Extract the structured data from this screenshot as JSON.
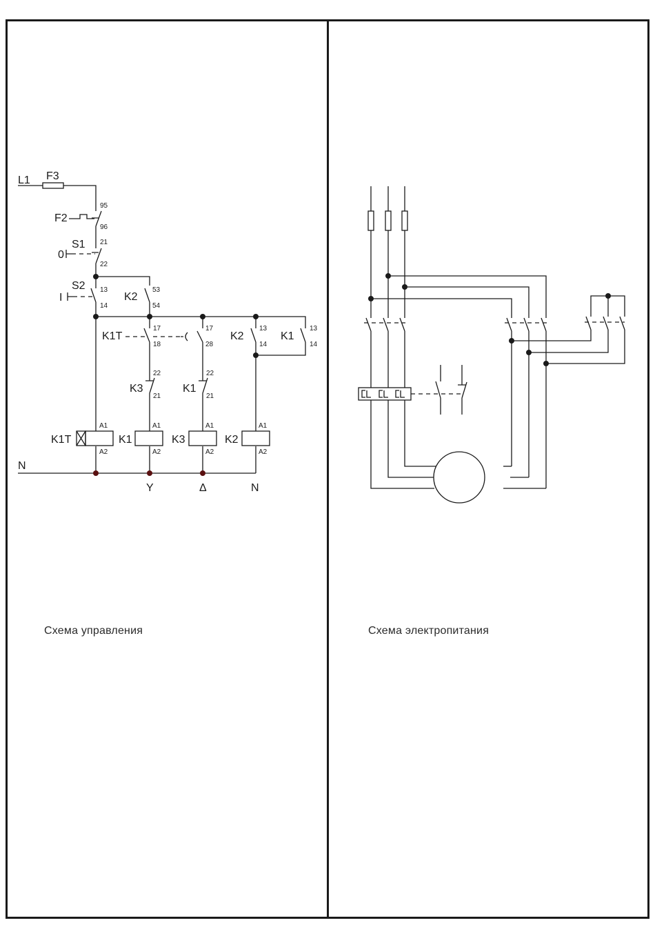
{
  "captions": {
    "control": "Схема управления",
    "power": "Схема электропитания"
  },
  "control": {
    "L1": "L1",
    "F3": "F3",
    "F2": "F2",
    "S1": "S1",
    "S2": "S2",
    "zero": "0",
    "one": "I",
    "K2_hold": "K2",
    "K1T_contact": "K1T",
    "K3_contact": "K3",
    "K1_contact": "K1",
    "K2_seal": "K2",
    "K1_seal": "K1",
    "coil_K1T": "K1T",
    "coil_K1": "K1",
    "coil_K3": "K3",
    "coil_K2": "K2",
    "N_left": "N",
    "out_Y": "Y",
    "out_delta": "Δ",
    "out_N": "N",
    "t95": "95",
    "t96": "96",
    "t21a": "21",
    "t22a": "22",
    "t13a": "13",
    "t14a": "14",
    "t53": "53",
    "t54": "54",
    "t17a": "17",
    "t18": "18",
    "t17b": "17",
    "t28": "28",
    "t13b": "13",
    "t14b": "14",
    "t13c": "13",
    "t14c": "14",
    "t22b": "22",
    "t21b": "21",
    "t22c": "22",
    "t21c": "21",
    "A1": "A1",
    "A2": "A2"
  }
}
